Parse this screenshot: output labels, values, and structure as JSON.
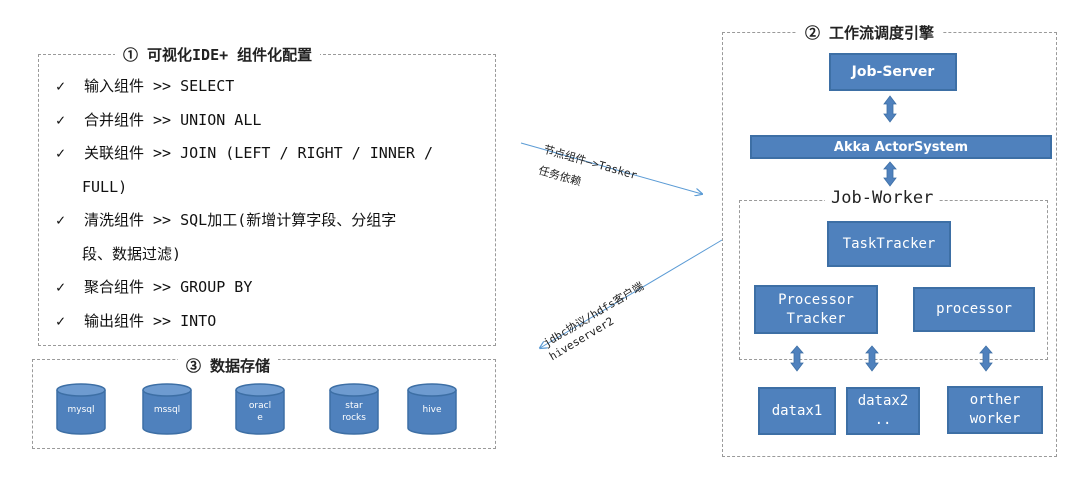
{
  "section1": {
    "title": "① 可视化IDE+ 组件化配置",
    "check": "✓",
    "items": [
      "输入组件 >> SELECT",
      "合并组件 >> UNION ALL",
      "关联组件 >> JOIN (LEFT / RIGHT / INNER /",
      "FULL)",
      "清洗组件 >> SQL加工(新增计算字段、分组字",
      "段、数据过滤)",
      "聚合组件 >> GROUP BY",
      "输出组件 >> INTO"
    ]
  },
  "section2": {
    "title": "② 工作流调度引擎",
    "job_server": "Job-Server",
    "akka": "Akka ActorSystem",
    "job_worker_title": "Job-Worker",
    "task_tracker": "TaskTracker",
    "processor_tracker": "Processor\nTracker",
    "processor": "processor",
    "datax1": "datax1",
    "datax2": "datax2\n..",
    "other_worker": "orther\nworker"
  },
  "section3": {
    "title": "③ 数据存储",
    "stores": [
      "mysql",
      "mssql",
      "oracl\ne",
      "star\nrocks",
      "hive"
    ]
  },
  "connectors": {
    "upper_label_1": "节点组件—>Tasker",
    "upper_label_2": "任务依赖",
    "lower_label_1": "jdbc协议/hdfs客户端",
    "lower_label_2": "hiveserver2"
  },
  "colors": {
    "box_fill": "#4f81bd",
    "box_border": "#3d6fa5",
    "arrow_fill": "#4f81bd",
    "connector_line": "#5b9bd5",
    "dashed_border": "#9a9a9a"
  }
}
